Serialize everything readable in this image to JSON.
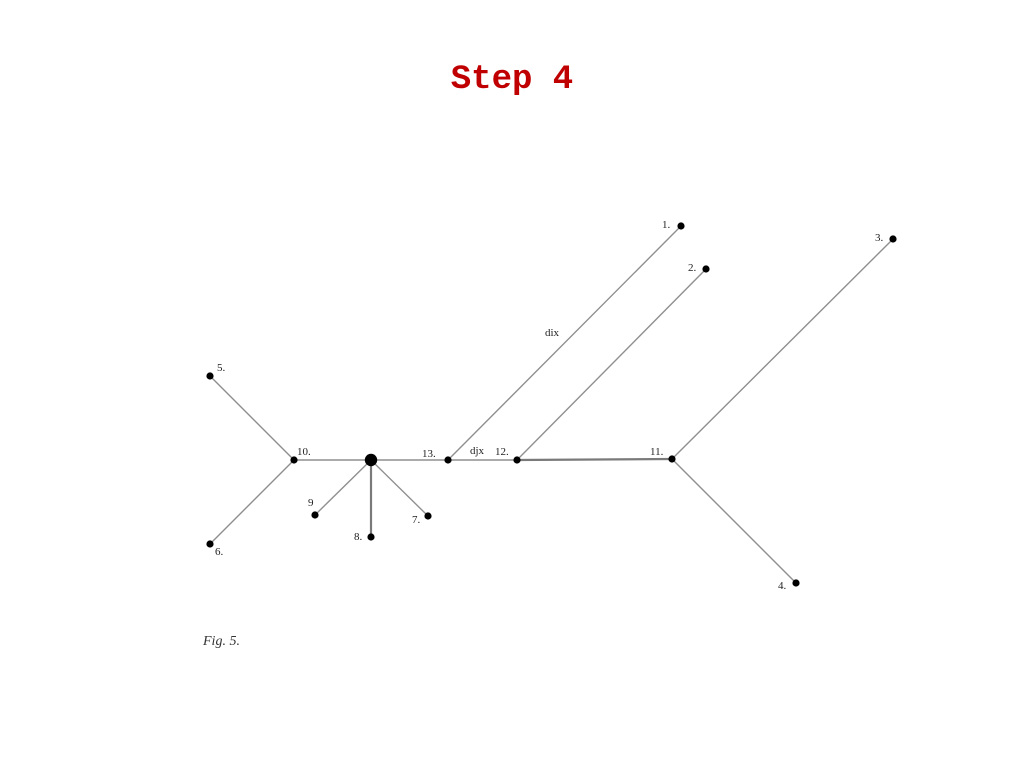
{
  "slide": {
    "title": "Step 4",
    "title_color": "#c00000"
  },
  "figure": {
    "caption": "Fig. 5.",
    "nodes": {
      "n1": "1.",
      "n2": "2.",
      "n3": "3.",
      "n4": "4.",
      "n5": "5.",
      "n6": "6.",
      "n7": "7.",
      "n8": "8.",
      "n9": "9",
      "n10": "10.",
      "n11": "11.",
      "n12": "12.",
      "n13": "13."
    },
    "edge_labels": {
      "dix": "dix",
      "djx": "djx"
    }
  }
}
